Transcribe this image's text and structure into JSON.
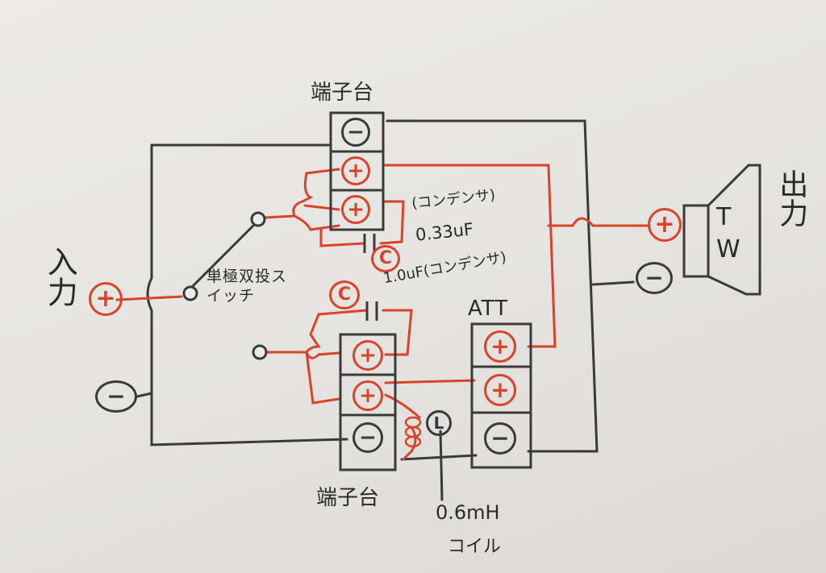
{
  "labels": {
    "terminal_top": "端子台",
    "terminal_bottom": "端子台",
    "input": "入力",
    "output": "出力",
    "switch": "単極双投スイッチ",
    "cap_top_type": "(コンデンサ)",
    "cap_top_value": "0.33uF",
    "cap_bottom": "1.0uF(コンデンサ)",
    "att": "ATT",
    "coil_value": "0.6mH",
    "coil_word": "コイル",
    "tweeter_t": "T",
    "tweeter_w": "W"
  },
  "symbols": {
    "plus": "+",
    "minus": "−",
    "capacitor": "C",
    "coil": "L"
  },
  "colors": {
    "black_wire": "#3a3a3a",
    "red_wire": "#d8432a",
    "pencil": "#2a2a2a"
  }
}
